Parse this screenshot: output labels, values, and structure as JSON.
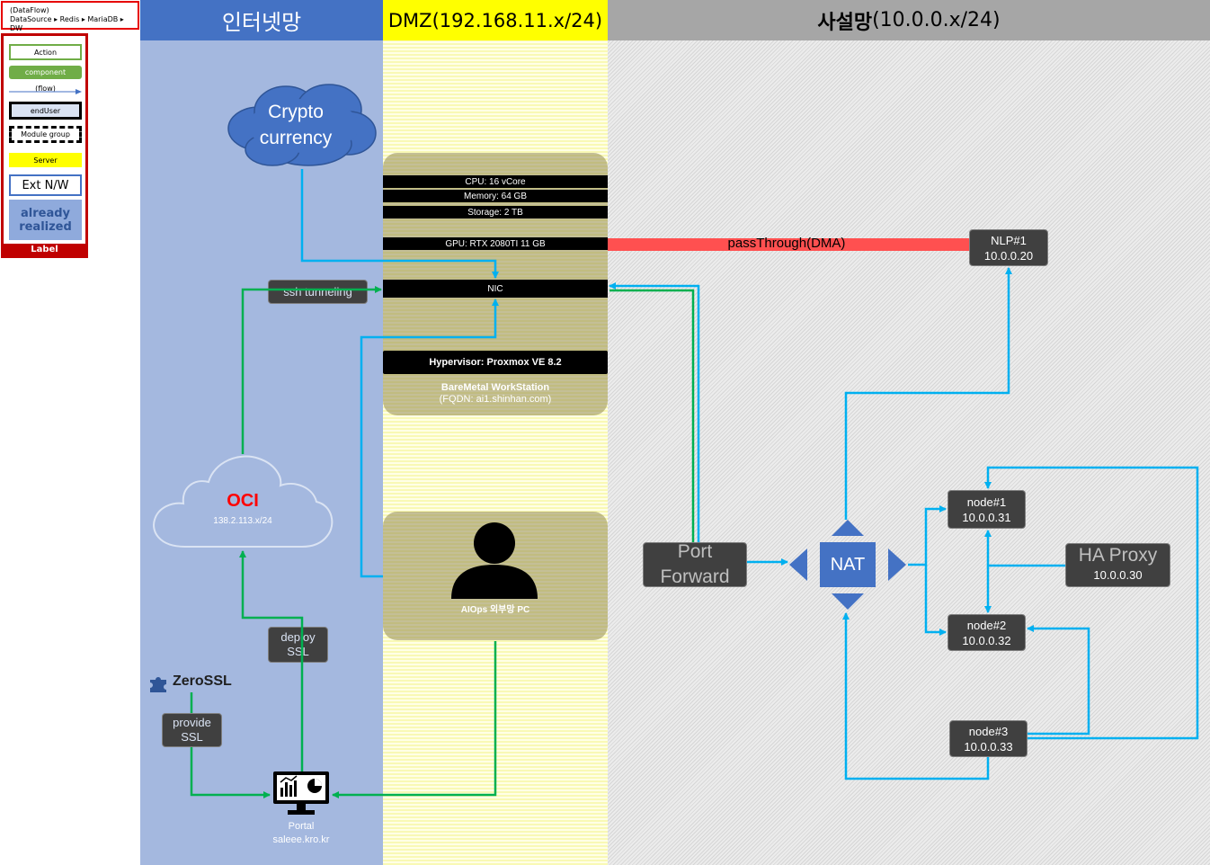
{
  "zones": {
    "internet": "인터넷망",
    "dmz": "DMZ(192.168.11.x/24)",
    "private_name": "사설망",
    "private_cidr": "(10.0.0.x/24)"
  },
  "dataflow": {
    "title": "(DataFlow)",
    "path": "DataSource ▸ Redis ▸ MariaDB ▸ DW"
  },
  "legend": {
    "action": "Action",
    "component": "component",
    "flow": "(flow)",
    "enduser": "endUser",
    "module_group": "Module group",
    "server": "Server",
    "ext_nw": "Ext N/W",
    "already_realized": "already realized",
    "title": "Label"
  },
  "crypto": {
    "line1": "Crypto",
    "line2": "currency"
  },
  "workstation": {
    "cpu": "CPU: 16 vCore",
    "memory": "Memory: 64 GB",
    "storage": "Storage: 2 TB",
    "gpu": "GPU: RTX 2080TI 11 GB",
    "nic": "NIC",
    "hypervisor": "Hypervisor: Proxmox VE 8.2",
    "name": "BareMetal WorkStation",
    "fqdn": "(FQDN: ai1.shinhan.com)"
  },
  "passthrough": "passThrough(DMA)",
  "ssh_tunneling": "ssh tunneling",
  "oci": {
    "name": "OCI",
    "cidr": "138.2.113.x/24"
  },
  "deploy_ssl": {
    "line1": "deploy",
    "line2": "SSL"
  },
  "zerossl": "ZeroSSL",
  "provide_ssl": {
    "line1": "provide",
    "line2": "SSL"
  },
  "portal": {
    "name": "Portal",
    "domain": "saleee.kro.kr"
  },
  "aiops": "AIOps 외부망 PC",
  "port_forward": {
    "line1": "Port",
    "line2": "Forward"
  },
  "nat": "NAT",
  "nodes": {
    "nlp1": {
      "name": "NLP#1",
      "ip": "10.0.0.20"
    },
    "node1": {
      "name": "node#1",
      "ip": "10.0.0.31"
    },
    "node2": {
      "name": "node#2",
      "ip": "10.0.0.32"
    },
    "node3": {
      "name": "node#3",
      "ip": "10.0.0.33"
    },
    "haproxy": {
      "name": "HA Proxy",
      "ip": "10.0.0.30"
    }
  },
  "colors": {
    "internet_header": "#4472c4",
    "dmz_header": "#ffff00",
    "private_header": "#a6a6a6",
    "flow_blue": "#00b0f0",
    "flow_green": "#00b050",
    "passthrough_red": "#ff5050",
    "nat_blue": "#4472c4",
    "legend_red": "#c00000"
  }
}
